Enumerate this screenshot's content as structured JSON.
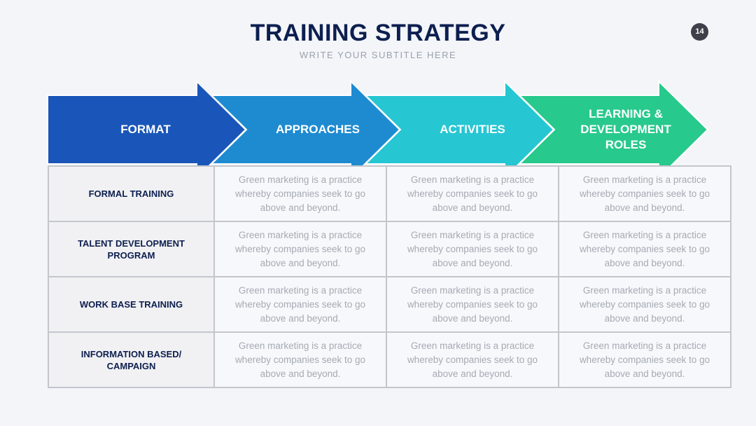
{
  "header": {
    "title": "TRAINING STRATEGY",
    "subtitle": "WRITE YOUR SUBTITLE HERE",
    "page_number": "14"
  },
  "arrows": [
    {
      "label": "FORMAT",
      "color": "#1a56b9"
    },
    {
      "label": "APPROACHES",
      "color": "#1e8bd1"
    },
    {
      "label": "ACTIVITIES",
      "color": "#26c6d3"
    },
    {
      "label": "LEARNING & DEVELOPMENT ROLES",
      "color": "#28c98c"
    }
  ],
  "rows": [
    {
      "label": "FORMAL TRAINING",
      "cells": [
        "Green marketing is a practice whereby companies seek to go above and beyond.",
        "Green marketing is a practice whereby companies seek to go above and beyond.",
        "Green marketing is a practice whereby companies seek to go above and beyond."
      ]
    },
    {
      "label": "TALENT DEVELOPMENT PROGRAM",
      "cells": [
        "Green marketing is a practice whereby companies seek to go above and beyond.",
        "Green marketing is a practice whereby companies seek to go above and beyond.",
        "Green marketing is a practice whereby companies seek to go above and beyond."
      ]
    },
    {
      "label": "WORK BASE TRAINING",
      "cells": [
        "Green marketing is a practice whereby companies seek to go above and beyond.",
        "Green marketing is a practice whereby companies seek to go above and beyond.",
        "Green marketing is a practice whereby companies seek to go above and beyond."
      ]
    },
    {
      "label": "INFORMATION BASED/ CAMPAIGN",
      "cells": [
        "Green marketing is a practice whereby companies seek to go above and beyond.",
        "Green marketing is a practice whereby companies seek to go above and beyond.",
        "Green marketing is a practice whereby companies seek to go above and beyond."
      ]
    }
  ]
}
